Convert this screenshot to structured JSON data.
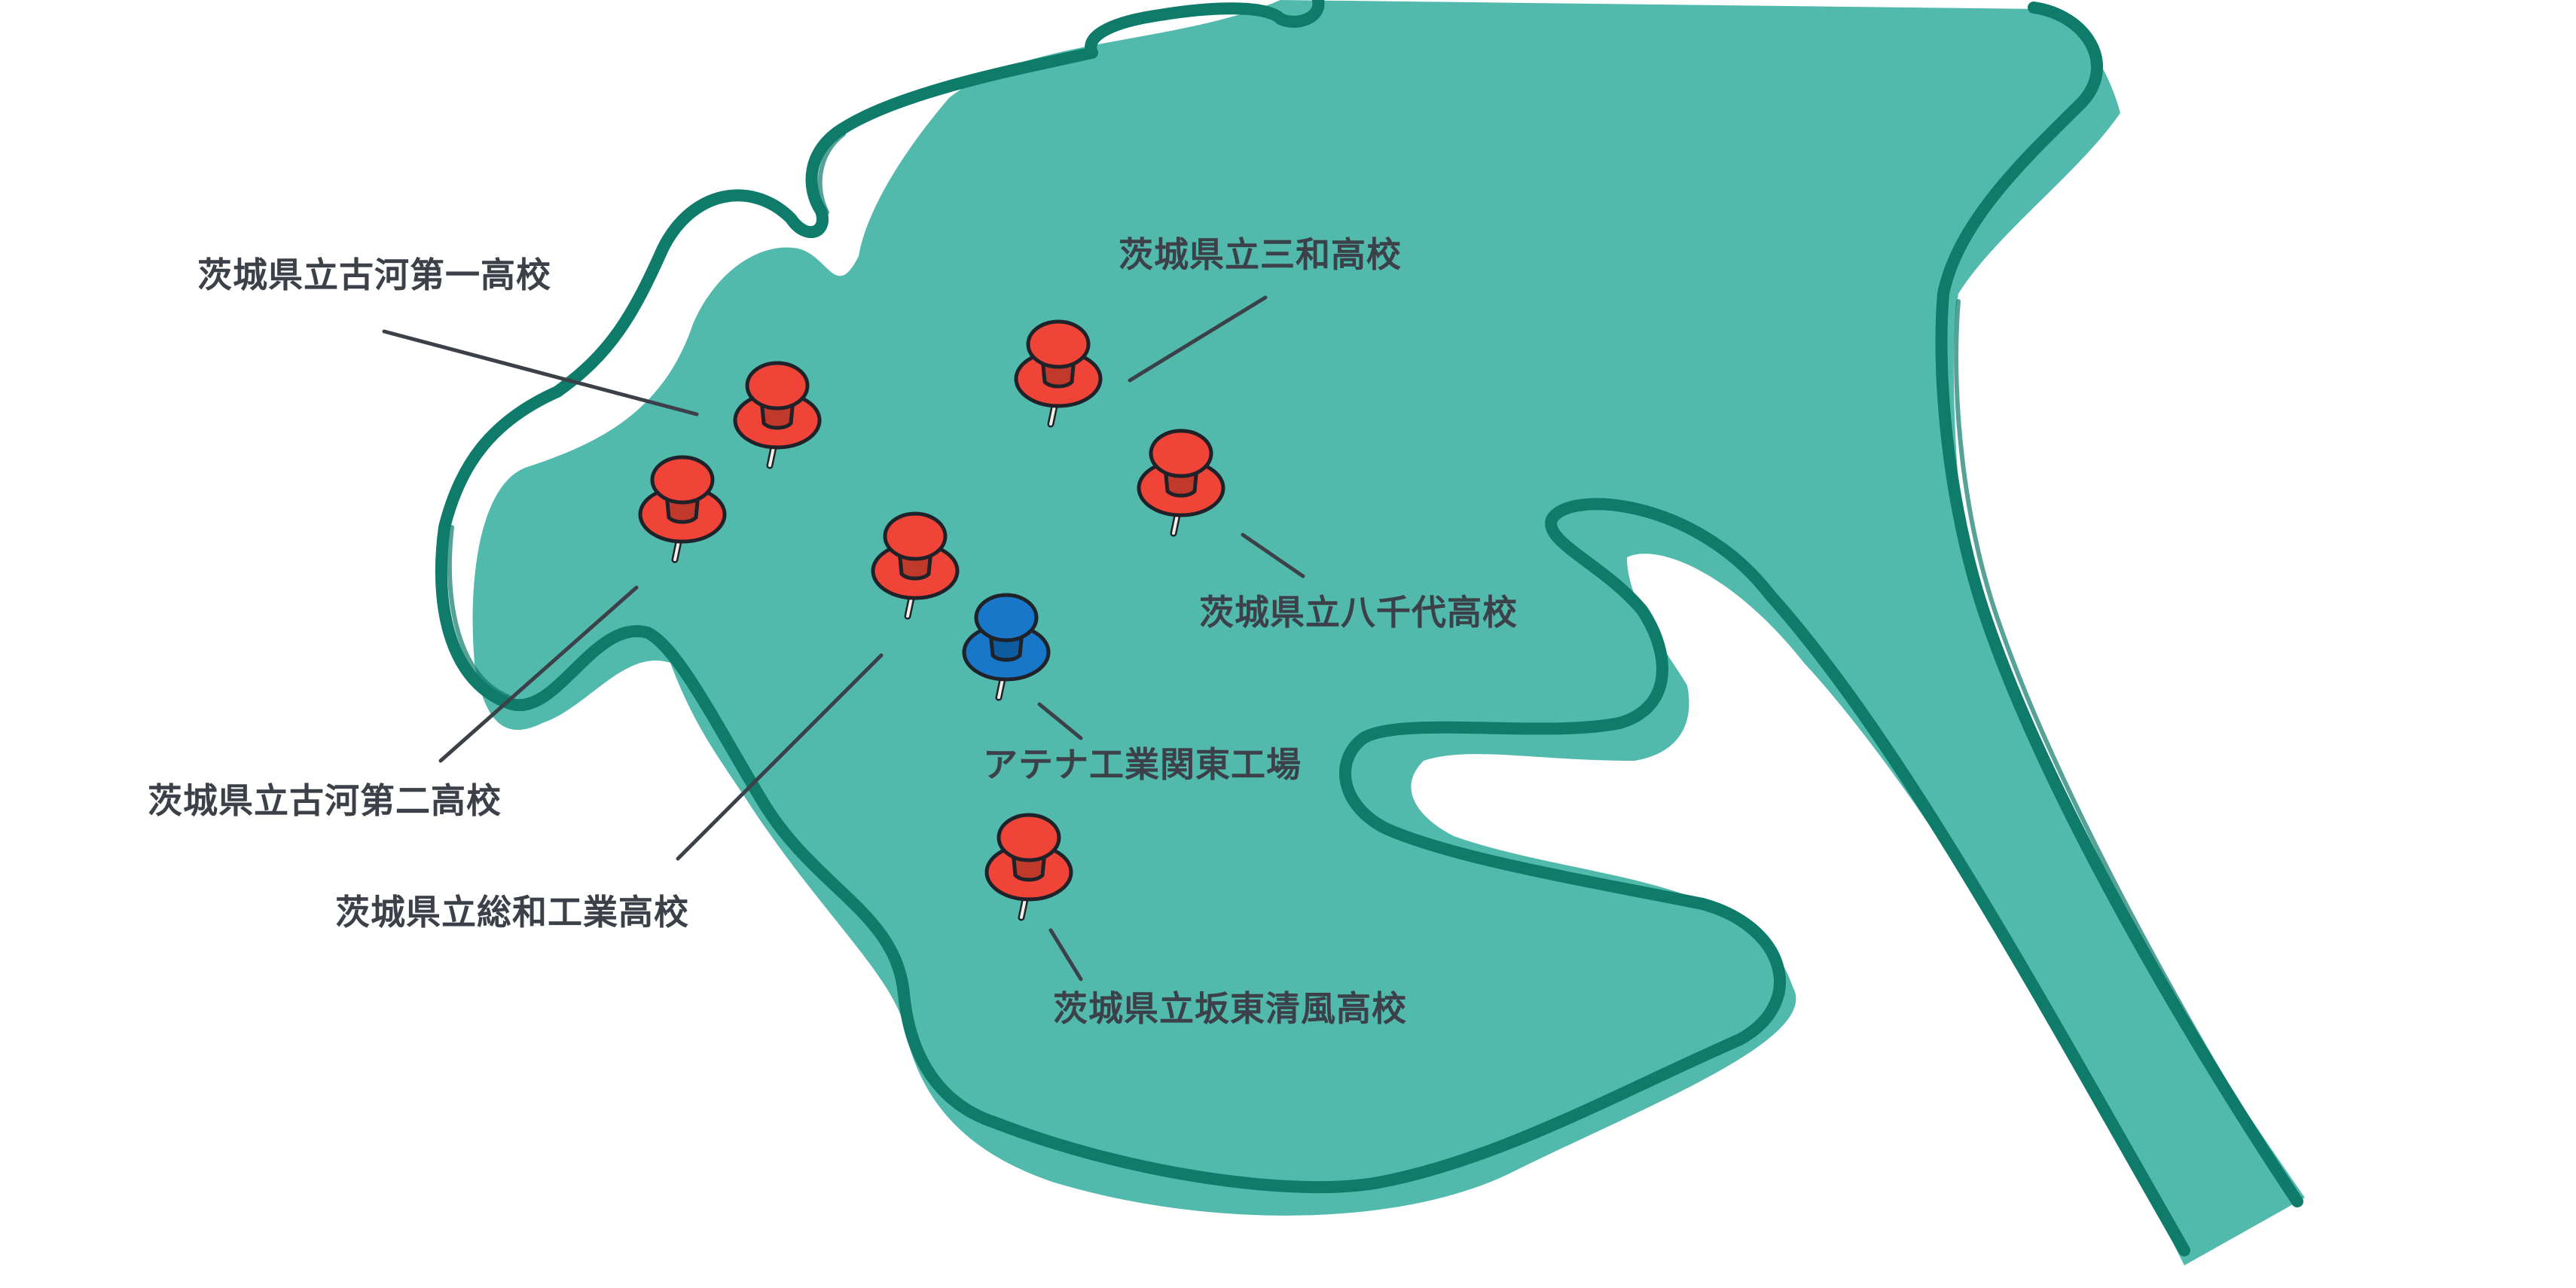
{
  "colors": {
    "land": "#52baad",
    "border": "#0e7b6b",
    "leader_line": "#3c4048",
    "label_text": "#3c4048",
    "pin_school": "#f04438",
    "pin_school_dark": "#c0392b",
    "pin_factory": "#1877c9",
    "pin_factory_dark": "#0e5ca0"
  },
  "markers": [
    {
      "id": "koga-daiichi",
      "label": "茨城県立古河第一高校",
      "pin_color": "red",
      "icon": "red-pushpin-icon"
    },
    {
      "id": "sanwa",
      "label": "茨城県立三和高校",
      "pin_color": "red",
      "icon": "red-pushpin-icon"
    },
    {
      "id": "yachiyo",
      "label": "茨城県立八千代高校",
      "pin_color": "red",
      "icon": "red-pushpin-icon"
    },
    {
      "id": "athena-kanto",
      "label": "アテナ工業関東工場",
      "pin_color": "blue",
      "icon": "blue-pushpin-icon"
    },
    {
      "id": "koga-daini",
      "label": "茨城県立古河第二高校",
      "pin_color": "red",
      "icon": "red-pushpin-icon"
    },
    {
      "id": "sowa-kogyo",
      "label": "茨城県立総和工業高校",
      "pin_color": "red",
      "icon": "red-pushpin-icon"
    },
    {
      "id": "bando-seifu",
      "label": "茨城県立坂東清風高校",
      "pin_color": "red",
      "icon": "red-pushpin-icon"
    }
  ]
}
